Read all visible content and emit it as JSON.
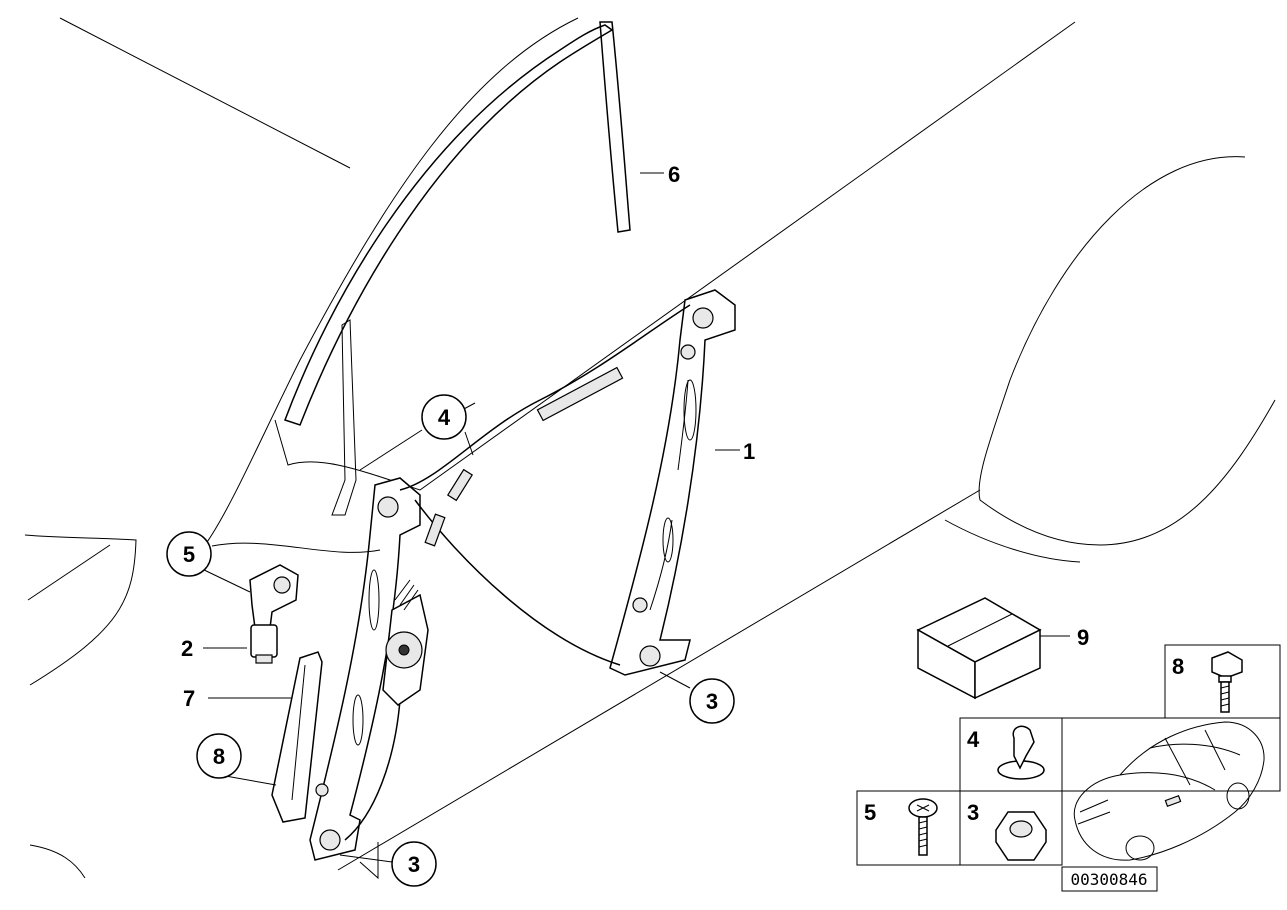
{
  "callouts": {
    "c1": "1",
    "c2": "2",
    "c3_bottom": "3",
    "c3_right": "3",
    "c4": "4",
    "c5": "5",
    "c6": "6",
    "c7": "7",
    "c8": "8",
    "c9": "9"
  },
  "legend": {
    "box8": "8",
    "box4": "4",
    "box5": "5",
    "box3": "3"
  },
  "reference_code": "00300846"
}
